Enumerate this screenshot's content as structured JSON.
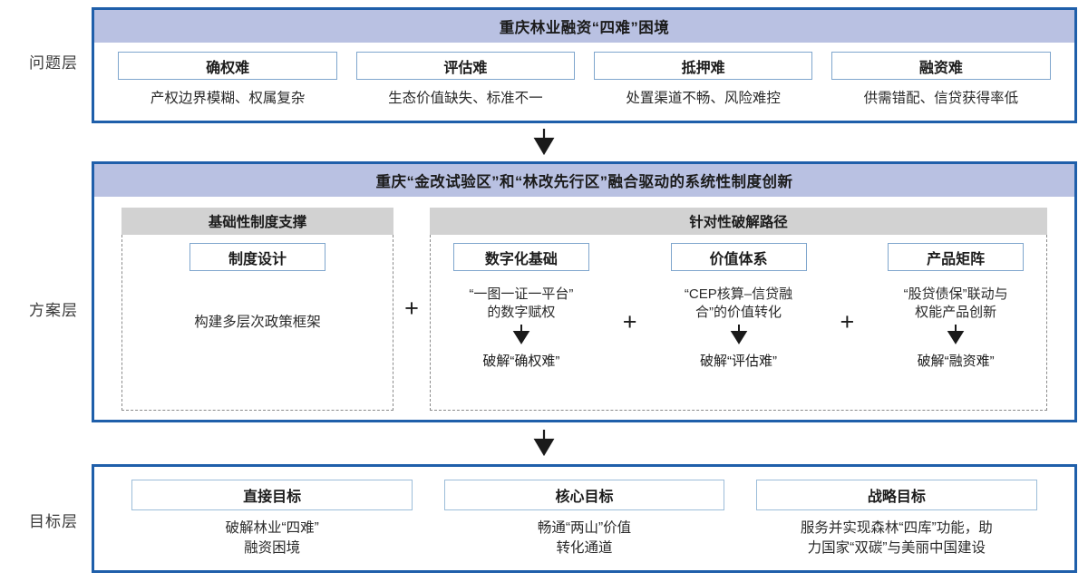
{
  "levels": {
    "problem": "问题层",
    "scheme": "方案层",
    "goal": "目标层"
  },
  "problem_layer": {
    "title": "重庆林业融资“四难”困境",
    "items": [
      {
        "name": "确权难",
        "desc": "产权边界模糊、权属复杂"
      },
      {
        "name": "评估难",
        "desc": "生态价值缺失、标准不一"
      },
      {
        "name": "抵押难",
        "desc": "处置渠道不畅、风险难控"
      },
      {
        "name": "融资难",
        "desc": "供需错配、信贷获得率低"
      }
    ]
  },
  "scheme_layer": {
    "title": "重庆“金改试验区”和“林改先行区”融合驱动的系统性制度创新",
    "foundation": {
      "header": "基础性制度支撑",
      "box": "制度设计",
      "text": "构建多层次政策框架"
    },
    "paths": {
      "header": "针对性破解路径",
      "items": [
        {
          "box": "数字化基础",
          "desc": "“一图一证一平台”\n的数字赋权",
          "desc_line1": "“一图一证一平台”",
          "desc_line2": "的数字赋权",
          "solve": "破解“确权难”"
        },
        {
          "box": "价值体系",
          "desc_line1": "“CEP核算–信贷融",
          "desc_line2": "合”的价值转化",
          "solve": "破解“评估难”"
        },
        {
          "box": "产品矩阵",
          "desc_line1": "“股贷债保”联动与",
          "desc_line2": "权能产品创新",
          "solve": "破解“融资难”"
        }
      ]
    },
    "plus_symbol": "+"
  },
  "goal_layer": {
    "items": [
      {
        "name": "直接目标",
        "desc_line1": "破解林业“四难”",
        "desc_line2": "融资困境"
      },
      {
        "name": "核心目标",
        "desc_line1": "畅通“两山”价值",
        "desc_line2": "转化通道"
      },
      {
        "name": "战略目标",
        "desc_line1": "服务并实现森林“四库”功能，助",
        "desc_line2": "力国家“双碳”与美丽中国建设"
      }
    ]
  },
  "colors": {
    "panel_border": "#1f5faa",
    "band_fill": "#b9c1e2",
    "group_header_fill": "#d2d2d2",
    "inner_box_border": "#7fa6cd",
    "dashed_border": "#8a8a8a",
    "arrow": "#1a1a1a"
  },
  "icons": {
    "flow_arrow": "arrow-down-icon",
    "step_arrow": "arrow-down-small-icon",
    "plus": "plus-icon"
  }
}
